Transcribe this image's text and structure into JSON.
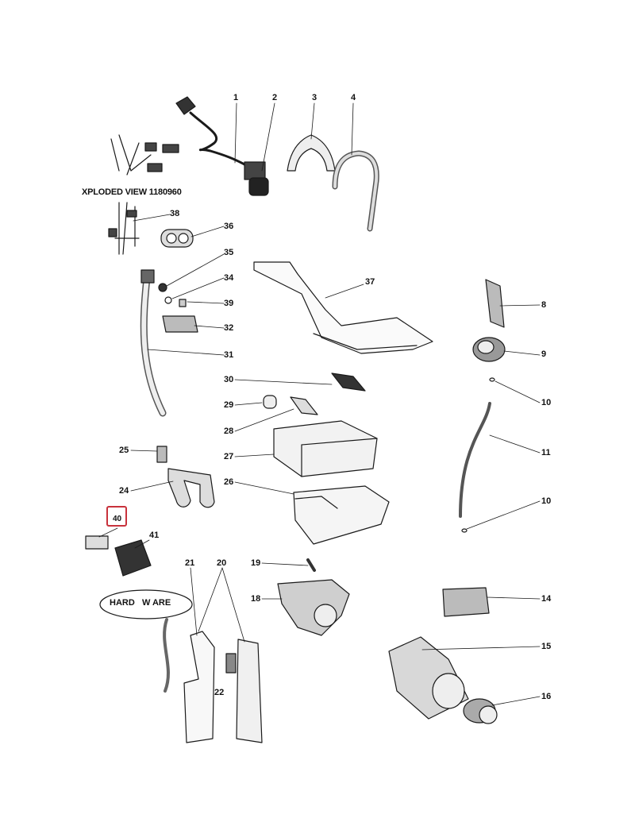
{
  "diagram": {
    "title": "XPLODED VIEW 1180960",
    "hardware_label": "HARD   W ARE",
    "highlight_color": "#c8323c",
    "highlighted_part": "40",
    "callouts": {
      "c1": "1",
      "c2": "2",
      "c3": "3",
      "c4": "4",
      "c8": "8",
      "c9": "9",
      "c10a": "10",
      "c10b": "10",
      "c11": "11",
      "c14": "14",
      "c15": "15",
      "c16": "16",
      "c18": "18",
      "c19": "19",
      "c20": "20",
      "c21": "21",
      "c22": "22",
      "c24": "24",
      "c25": "25",
      "c26": "26",
      "c27": "27",
      "c28": "28",
      "c29": "29",
      "c30": "30",
      "c31": "31",
      "c32": "32",
      "c34": "34",
      "c35": "35",
      "c36": "36",
      "c37": "37",
      "c38": "38",
      "c39": "39",
      "c40": "40",
      "c41": "41"
    }
  }
}
